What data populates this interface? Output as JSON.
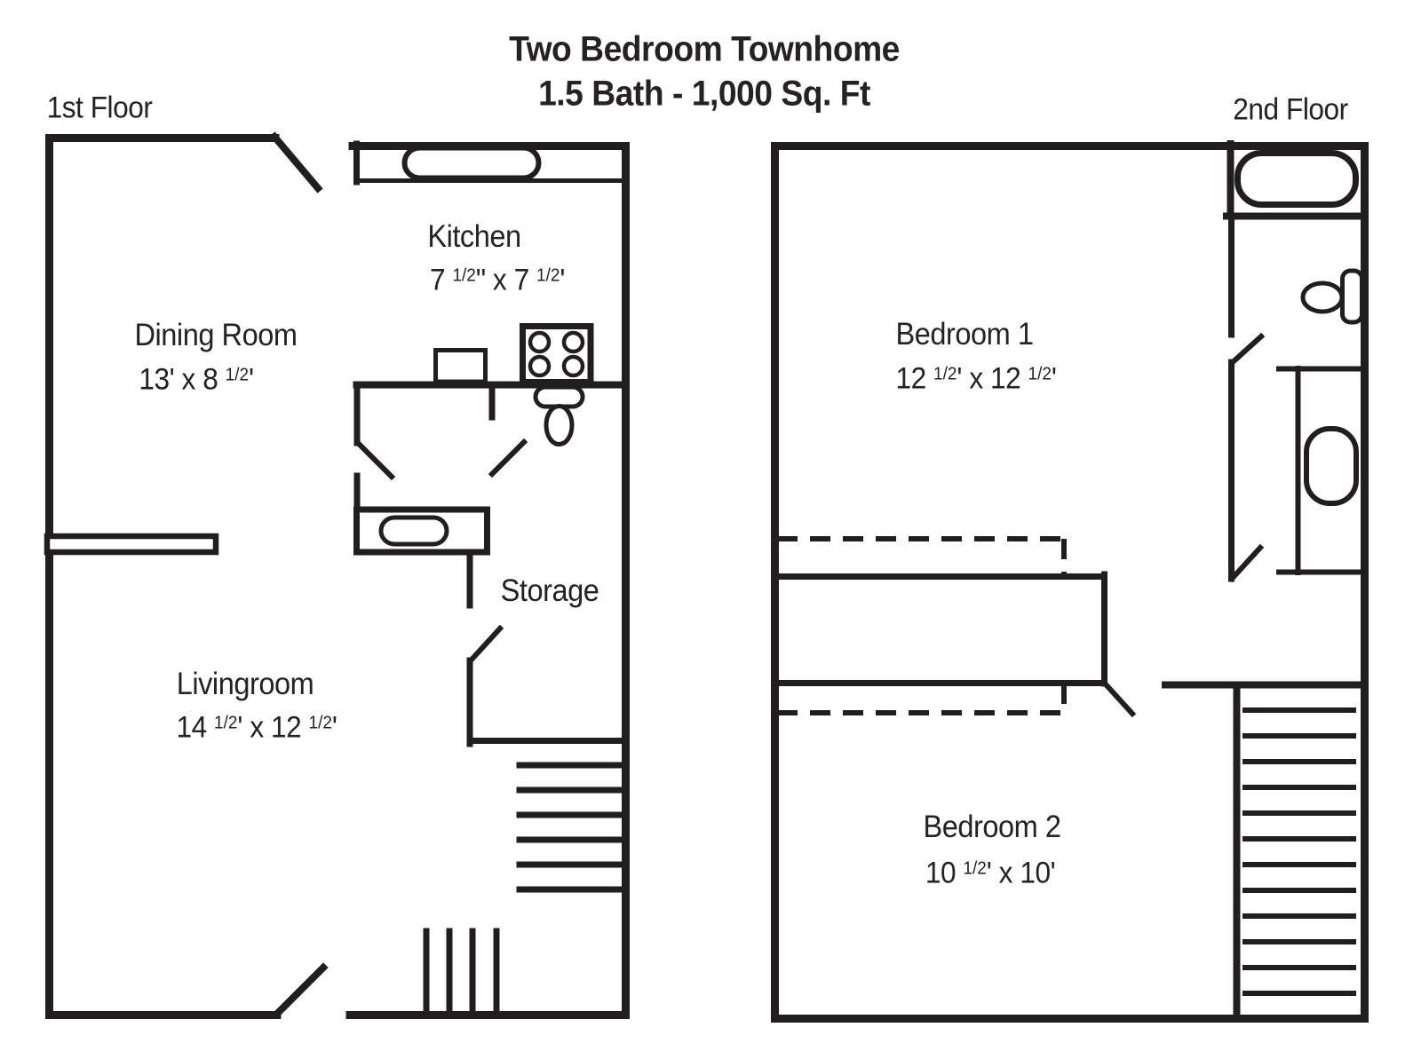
{
  "title": {
    "line1": "Two Bedroom Townhome",
    "line2": "1.5 Bath - 1,000 Sq. Ft"
  },
  "floors": {
    "first": {
      "label": "1st Floor"
    },
    "second": {
      "label": "2nd Floor"
    }
  },
  "rooms": {
    "dining": {
      "name": "Dining Room",
      "dims": [
        {
          "t": "13' x 8 "
        },
        {
          "t": "1/2",
          "sup": true
        },
        {
          "t": "'"
        }
      ]
    },
    "kitchen": {
      "name": "Kitchen",
      "dims": [
        {
          "t": "7 "
        },
        {
          "t": "1/2",
          "sup": true
        },
        {
          "t": "\" x 7 "
        },
        {
          "t": "1/2",
          "sup": true
        },
        {
          "t": "'"
        }
      ]
    },
    "living": {
      "name": "Livingroom",
      "dims": [
        {
          "t": "14 "
        },
        {
          "t": "1/2",
          "sup": true
        },
        {
          "t": "' x 12 "
        },
        {
          "t": "1/2",
          "sup": true
        },
        {
          "t": "'"
        }
      ]
    },
    "storage": {
      "name": "Storage"
    },
    "bedroom1": {
      "name": "Bedroom 1",
      "dims": [
        {
          "t": "12 "
        },
        {
          "t": "1/2",
          "sup": true
        },
        {
          "t": "' x 12 "
        },
        {
          "t": "1/2",
          "sup": true
        },
        {
          "t": "'"
        }
      ]
    },
    "bedroom2": {
      "name": "Bedroom 2",
      "dims": [
        {
          "t": "10 "
        },
        {
          "t": "1/2",
          "sup": true
        },
        {
          "t": "' x 10'"
        }
      ]
    }
  },
  "fixtures": {
    "first_floor": [
      "kitchen-counter-sink",
      "stove",
      "base-cabinet",
      "toilet",
      "vanity-sink",
      "half-wall-divider",
      "stairs",
      "entry-door",
      "rear-door"
    ],
    "second_floor": [
      "bathtub",
      "toilet",
      "vanity-sink",
      "stairwell-opening",
      "stairs",
      "bathroom-doors",
      "bedroom-door"
    ]
  },
  "colors": {
    "line": "#221e1f",
    "text": "#262222",
    "background": "#ffffff"
  }
}
